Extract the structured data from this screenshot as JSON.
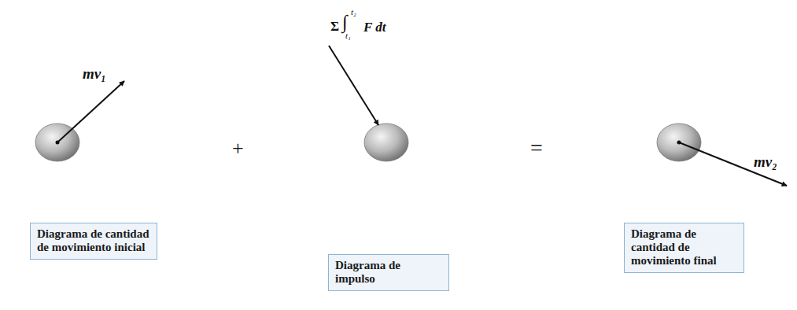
{
  "diagram": {
    "nodes": [
      {
        "text": [
          "Diagrama de cantidad de movimiento inicial"
        ]
      },
      {
        "text": [
          "Diagrama de impulso"
        ]
      },
      {
        "text": [
          "Diagrama de cantidad de movimiento final"
        ]
      }
    ],
    "labels": [
      "mv₁",
      "Σ",
      "∫",
      "t₂",
      "t₁",
      "F dt",
      "+",
      "=",
      "mv₂"
    ]
  }
}
